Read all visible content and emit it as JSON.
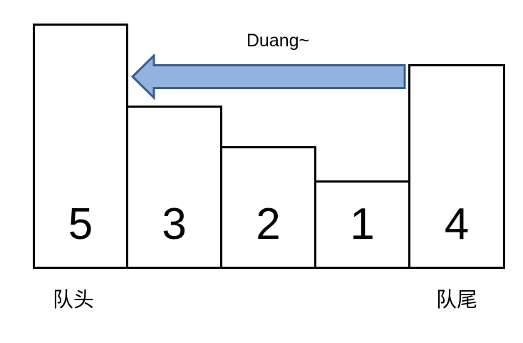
{
  "arrow": {
    "label": "Duang~",
    "direction": "left",
    "fill": "#93b3de",
    "stroke": "#3c5c8e"
  },
  "queue": {
    "bars": [
      {
        "value": "5",
        "position": "head"
      },
      {
        "value": "3"
      },
      {
        "value": "2"
      },
      {
        "value": "1"
      },
      {
        "value": "4",
        "position": "tail"
      }
    ],
    "head_label": "队头",
    "tail_label": "队尾"
  },
  "colors": {
    "bar_fill": "#ffffff",
    "bar_border": "#000000",
    "text": "#000000"
  }
}
